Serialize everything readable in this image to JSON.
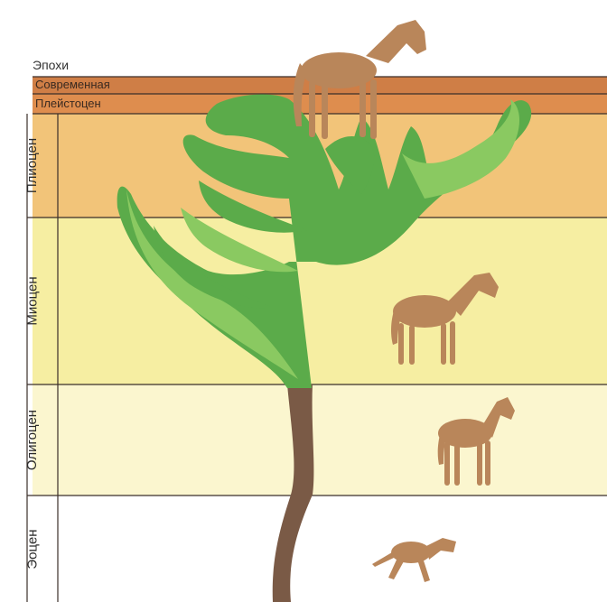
{
  "diagram": {
    "header": "Эпохи",
    "epochs": [
      {
        "name": "Современная",
        "color": "#cf7e46"
      },
      {
        "name": "Плейстоцен",
        "color": "#de8d4e"
      },
      {
        "name": "Плиоцен",
        "color": "#f2c479"
      },
      {
        "name": "Миоцен",
        "color": "#f6eea2"
      },
      {
        "name": "Олигоцен",
        "color": "#fbf6cf"
      },
      {
        "name": "Эоцен",
        "color": "#ffffff"
      }
    ],
    "tree_colors": {
      "canopy": "#5bab4a",
      "canopy_light": "#8ac961",
      "trunk": "#7a5a46"
    },
    "horse_color": "#b9865a"
  }
}
